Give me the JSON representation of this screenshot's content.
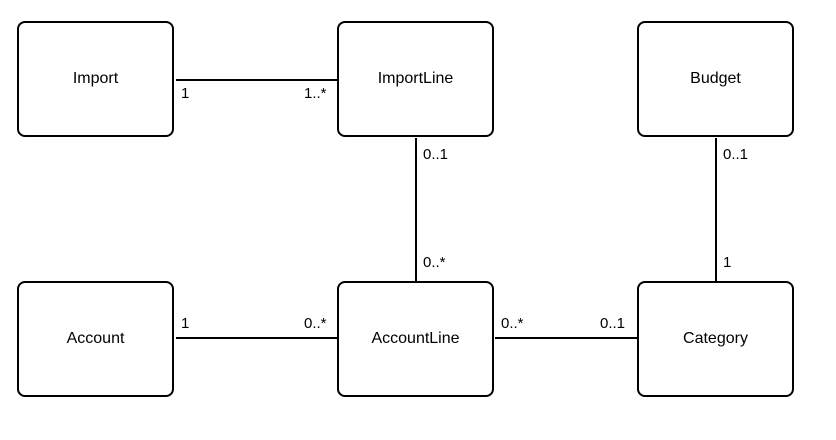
{
  "entities": {
    "import": "Import",
    "import_line": "ImportLine",
    "budget": "Budget",
    "account": "Account",
    "account_line": "AccountLine",
    "category": "Category"
  },
  "associations": {
    "import_importline": {
      "source": "1",
      "target": "1..*"
    },
    "importline_accountline": {
      "source": "0..1",
      "target": "0..*"
    },
    "budget_category": {
      "source": "0..1",
      "target": "1"
    },
    "account_accountline": {
      "source": "1",
      "target": "0..*"
    },
    "accountline_category": {
      "source": "0..*",
      "target": "0..1"
    }
  },
  "colors": {
    "line": "#000000",
    "background": "#ffffff"
  }
}
